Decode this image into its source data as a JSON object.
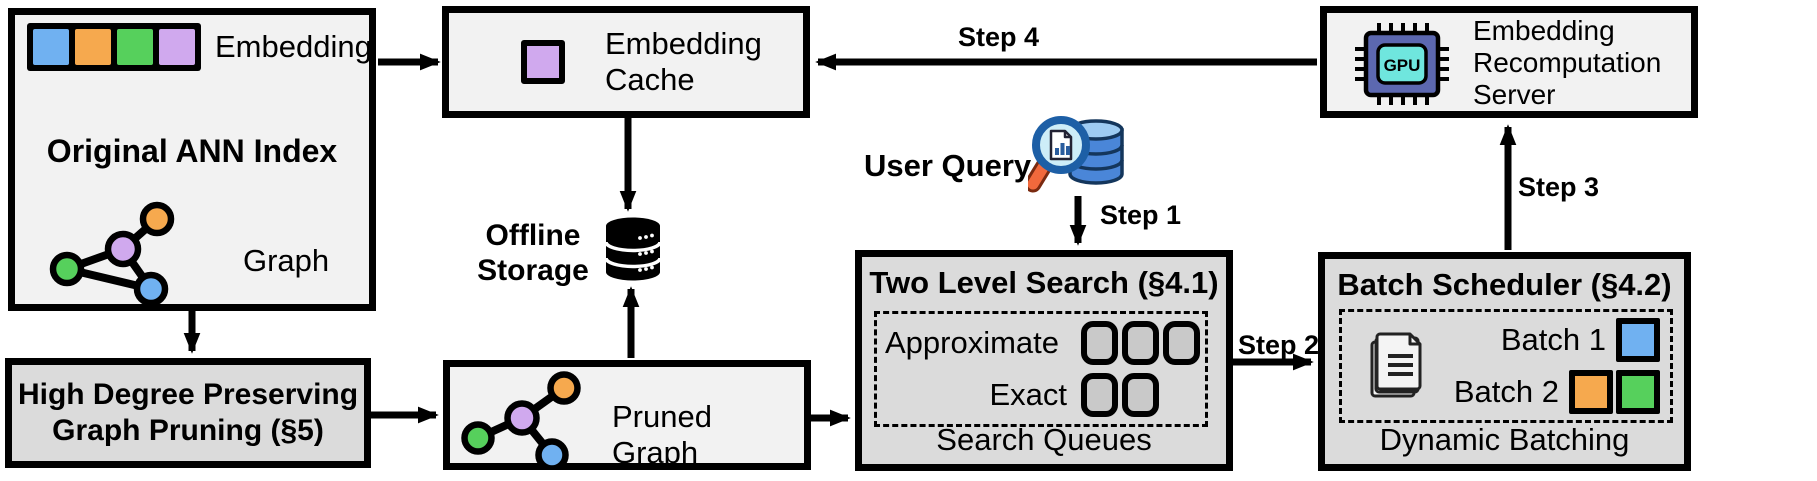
{
  "colors": {
    "node_blue": "#70b1f1",
    "node_orange": "#f6a94e",
    "node_green": "#56d05c",
    "node_purple": "#d0a9ee",
    "box_light": "#f2f2f2",
    "box_dark": "#dbdbdb",
    "queue_slot": "#c9c9c9"
  },
  "ann_index": {
    "embedding_label": "Embedding",
    "title": "Original ANN Index",
    "graph_label": "Graph"
  },
  "embedding_cache": {
    "lines": [
      "Embedding",
      "Cache"
    ]
  },
  "recomputation_server": {
    "lines": [
      "Embedding",
      "Recomputation",
      "Server"
    ]
  },
  "gpu_chip_label": "GPU",
  "offline_storage": {
    "lines": [
      "Offline",
      "Storage"
    ]
  },
  "user_query_label": "User Query",
  "two_level_search": {
    "title": "Two Level Search (§4.1)",
    "approximate_label": "Approximate",
    "exact_label": "Exact",
    "approximate_slots": 3,
    "exact_slots": 2,
    "footer": "Search Queues"
  },
  "batch_scheduler": {
    "title": "Batch Scheduler (§4.2)",
    "batch1_label": "Batch 1",
    "batch2_label": "Batch 2",
    "footer": "Dynamic Batching"
  },
  "graph_pruning": {
    "lines": [
      "High Degree Preserving",
      "Graph Pruning (§5)"
    ]
  },
  "pruned_graph_label": "Pruned Graph",
  "steps": {
    "step1": "Step 1",
    "step2": "Step 2",
    "step3": "Step 3",
    "step4": "Step 4"
  }
}
